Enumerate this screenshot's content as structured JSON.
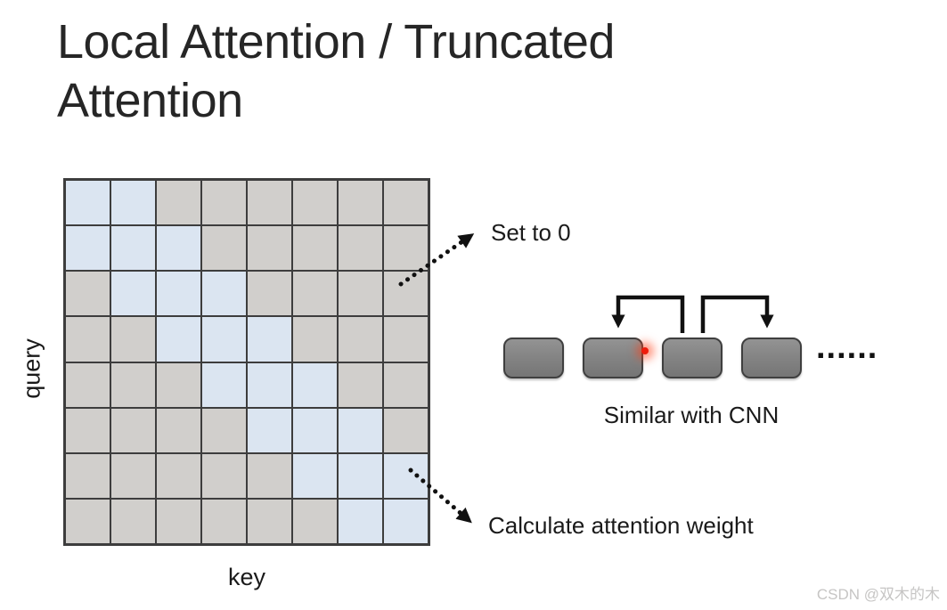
{
  "title": {
    "line1": "Local Attention / Truncated",
    "line2": "Attention"
  },
  "matrix": {
    "rows": 8,
    "cols": 8,
    "row_label": "query",
    "col_label": "key",
    "pattern": [
      "BBGGGGGG",
      "BBBGGGGG",
      "GBBBGGGG",
      "GGBBBGGG",
      "GGGBBBGG",
      "GGGGBBBG",
      "GGGGGBBB",
      "GGGGGGBB"
    ],
    "legend": {
      "B": "attended (calculate attention weight)",
      "G": "masked (set to 0)"
    },
    "colors": {
      "attended": "#dbe5f1",
      "masked": "#d1cfcc",
      "gridline": "#3d3d3d"
    }
  },
  "annotations": {
    "set_to_zero": "Set to 0",
    "calculate_weight": "Calculate attention weight"
  },
  "cnn": {
    "block_count": 4,
    "ellipsis": "......",
    "caption": "Similar with CNN",
    "block_color": "#858585",
    "highlight_dot_color": "#ee1c0c"
  },
  "watermark": "CSDN @双木的木"
}
